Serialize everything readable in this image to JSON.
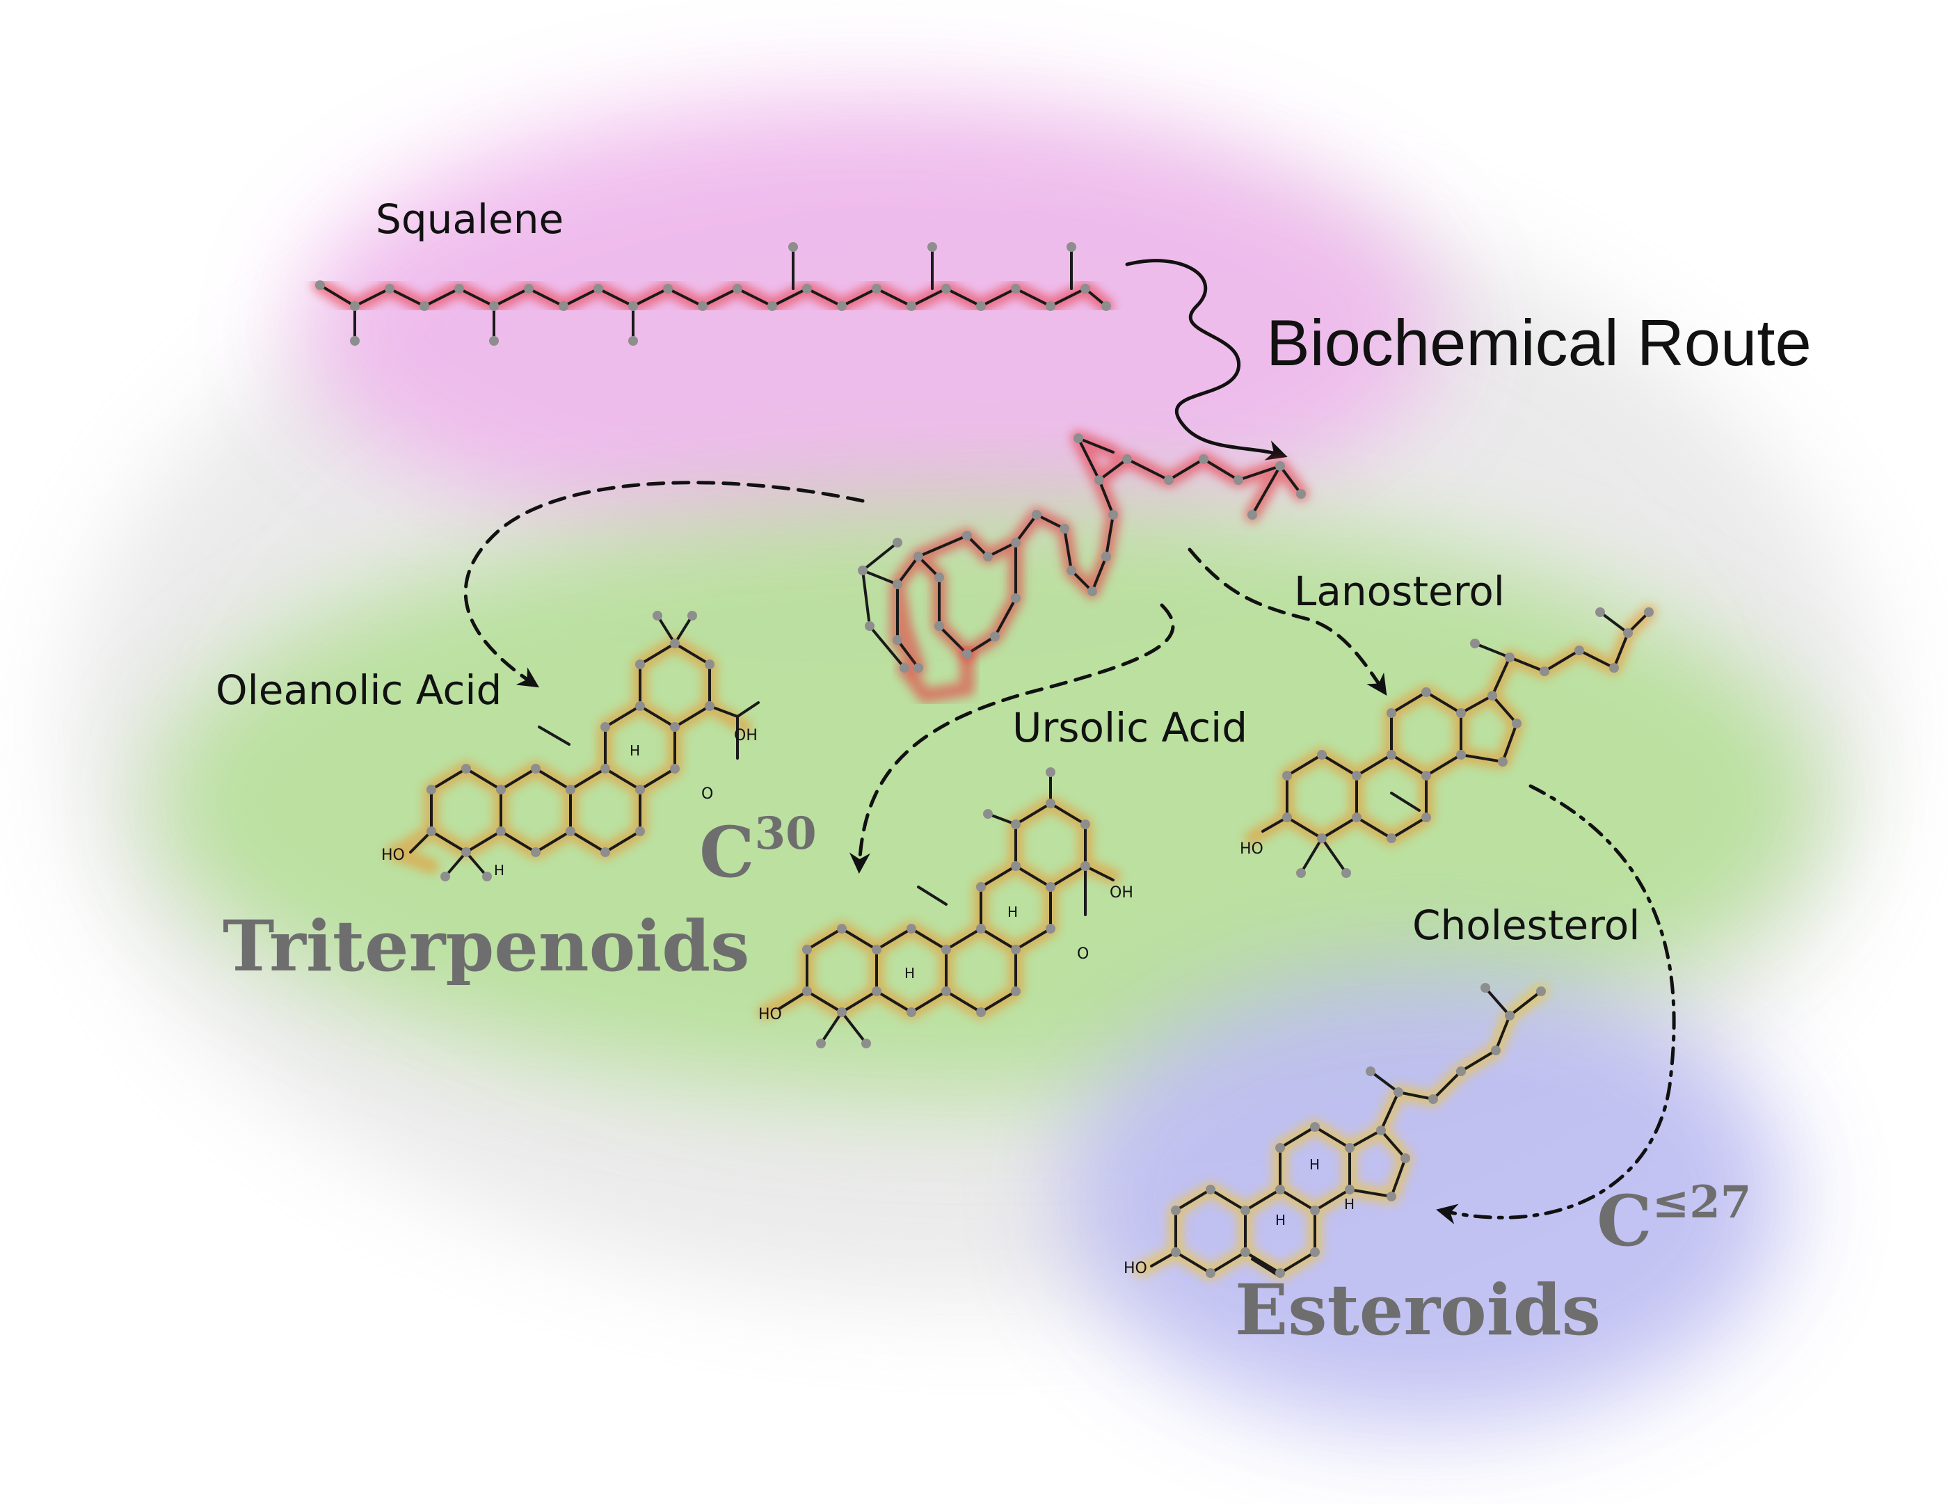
{
  "title": "Biochemical Route",
  "compounds": {
    "squalene": "Squalene",
    "lanosterol": "Lanosterol",
    "oleanolic": "Oleanolic Acid",
    "ursolic": "Ursolic Acid",
    "cholesterol": "Cholesterol"
  },
  "classes": {
    "triterpenoids": "Triterpenoids",
    "esteroids": "Esteroids"
  },
  "carbon": {
    "c30_base": "C",
    "c30_sup": "30",
    "c27_base": "C",
    "c27_sup": "≤27"
  },
  "atoms": {
    "oh": "OH",
    "ho": "HO",
    "o": "O",
    "h": "H"
  },
  "colors": {
    "squalene_glow": "#e8303a",
    "lanosterol_glow": "#f08a1e",
    "cholesterol_glow": "#f5c524",
    "zone_pink": "#f0b8ee",
    "zone_green": "#b6df98",
    "zone_blue": "#bcbcf2",
    "class_label": "#6e6e6e"
  }
}
